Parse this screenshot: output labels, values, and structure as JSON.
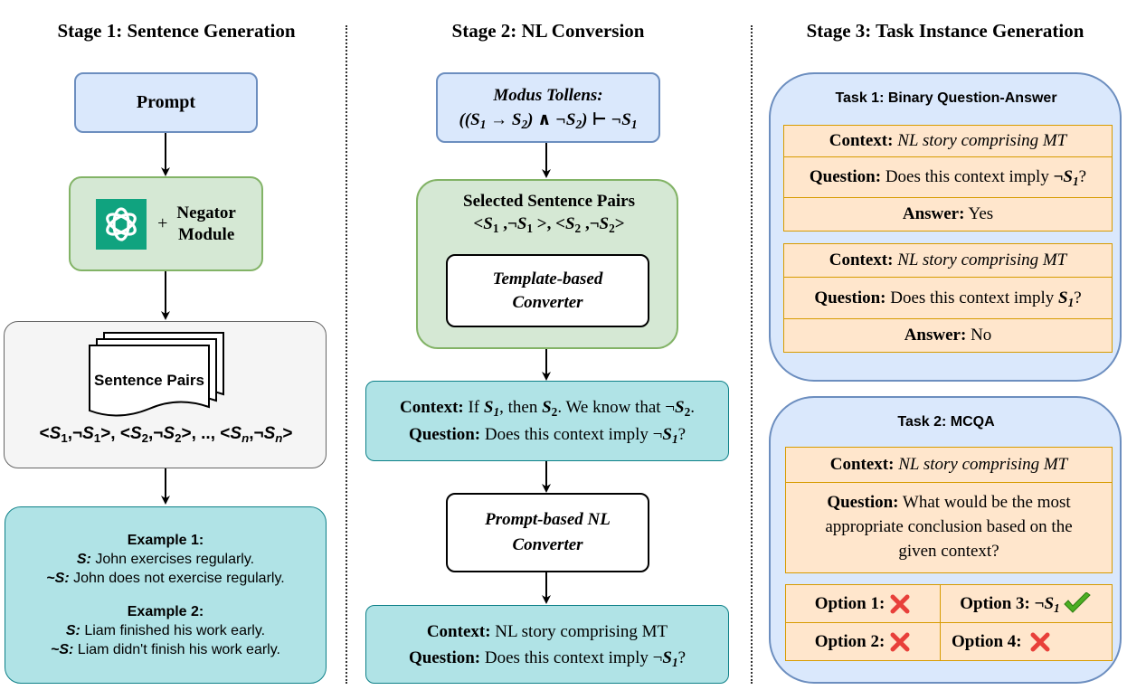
{
  "stage1": {
    "header": "Stage 1: Sentence Generation",
    "prompt": "Prompt",
    "plus": "+",
    "negator_line1": "Negator",
    "negator_line2": "Module",
    "sentence_pairs_label": "Sentence Pairs",
    "pairs_formula": "<S1,¬S1>, <S2,¬S2>, .., <Sn,¬Sn>",
    "examples": [
      {
        "title": "Example 1:",
        "s_prefix": "S:",
        "s_text": "John exercises regularly.",
        "neg_prefix": "~S:",
        "neg_text": "John does not exercise regularly."
      },
      {
        "title": "Example 2:",
        "s_prefix": "S:",
        "s_text": "Liam finished his work early.",
        "neg_prefix": "~S:",
        "neg_text": "Liam didn't finish his work early."
      }
    ]
  },
  "stage2": {
    "header": "Stage 2: NL Conversion",
    "rule_name": "Modus Tollens:",
    "rule_formula": "((S1 → S2) ∧ ¬S2) ⊢ ¬S1",
    "selected_title": "Selected Sentence Pairs",
    "selected_pairs": "<S1,¬S1>, <S2,¬S2>",
    "template_line1": "Template-based",
    "template_line2": "Converter",
    "context_label": "Context:",
    "context_text": "If S1, then S2. We know that ¬S2.",
    "question_label": "Question:",
    "question_text": "Does this context imply ¬S1?",
    "prompt_conv_line1": "Prompt-based NL",
    "prompt_conv_line2": "Converter",
    "final_context_label": "Context:",
    "final_context_text": "NL story comprising MT",
    "final_question_label": "Question:",
    "final_question_text": "Does this context imply ¬S1?"
  },
  "stage3": {
    "header": "Stage 3: Task Instance Generation",
    "task1": {
      "title": "Task 1: Binary Question-Answer",
      "instances": [
        {
          "context_label": "Context:",
          "context_text": "NL story comprising MT",
          "question_label": "Question:",
          "question_text": "Does this context imply ¬S1?",
          "answer_label": "Answer:",
          "answer_text": "Yes"
        },
        {
          "context_label": "Context:",
          "context_text": "NL story comprising MT",
          "question_label": "Question:",
          "question_text": "Does this context imply S1?",
          "answer_label": "Answer:",
          "answer_text": "No"
        }
      ]
    },
    "task2": {
      "title": "Task 2: MCQA",
      "context_label": "Context:",
      "context_text": "NL story comprising MT",
      "question_label": "Question:",
      "question_line1": "What would be the most",
      "question_line2": "appropriate conclusion based on the",
      "question_line3": "given context?",
      "options": [
        {
          "label": "Option 1:",
          "mark": "cross-icon"
        },
        {
          "label": "Option 3: ¬S1",
          "mark": "check-icon"
        },
        {
          "label": "Option 2:",
          "mark": "cross-icon"
        },
        {
          "label": "Option 4:",
          "mark": "cross-icon"
        }
      ]
    }
  },
  "colors": {
    "blue_fill": "#dae8fc",
    "blue_stroke": "#6c8ebf",
    "green_fill": "#d5e8d4",
    "green_stroke": "#82b366",
    "gray_fill": "#f5f5f5",
    "teal_fill": "#b0e3e6",
    "teal_stroke": "#0e8088",
    "orange_fill": "#ffe6cc",
    "orange_stroke": "#d79b00",
    "cross": "#e8403a",
    "check": "#4caf23",
    "logo": "#10a37f"
  }
}
